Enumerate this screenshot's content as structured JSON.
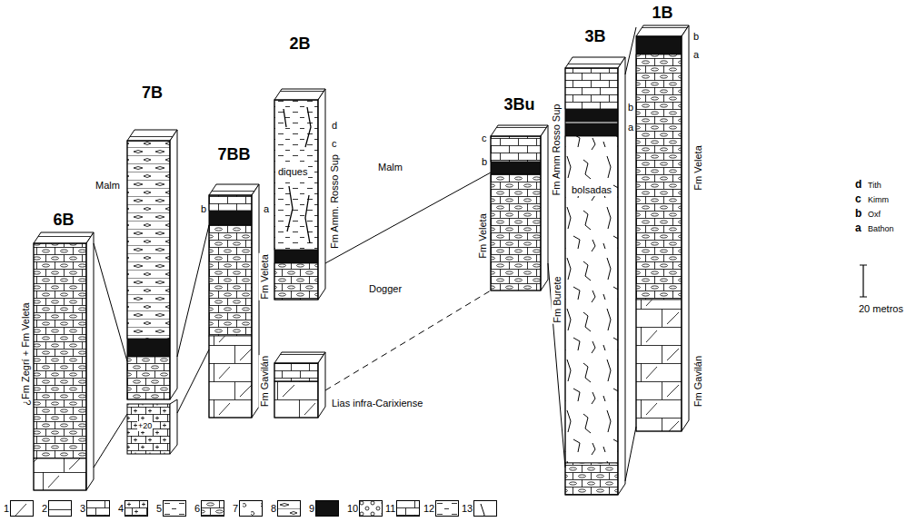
{
  "diagram": {
    "nodes": [
      {
        "text": [
          "6B"
        ]
      },
      {
        "text": [
          "7B"
        ]
      },
      {
        "text": [
          "7BB"
        ]
      },
      {
        "text": [
          "2B"
        ]
      },
      {
        "text": [
          "3Bu"
        ]
      },
      {
        "text": [
          "3B"
        ]
      },
      {
        "text": [
          "1B"
        ]
      }
    ],
    "edges": [
      {
        "from": 0,
        "to": 1,
        "arrow": "none"
      },
      {
        "from": 0,
        "to": 1,
        "arrow": "none"
      },
      {
        "from": 1,
        "to": 2,
        "arrow": "none"
      },
      {
        "from": 1,
        "to": 2,
        "arrow": "none"
      },
      {
        "from": 3,
        "to": 4,
        "arrow": "none"
      },
      {
        "from": 3,
        "to": 4,
        "arrow": "none"
      },
      {
        "from": 4,
        "to": 5,
        "arrow": "none"
      },
      {
        "from": 5,
        "to": 6,
        "arrow": "none"
      },
      {
        "from": 5,
        "to": 6,
        "arrow": "none"
      }
    ],
    "labels": [
      "¿Fm Zegrí + Fm Veleta",
      "Malm",
      "+20",
      "b",
      "a",
      "Fm Veleta",
      "Fm Gavilán",
      "diques",
      "d",
      "c",
      "Fm Amm. Rosso Sup",
      "Malm",
      "Dogger",
      "Lias infra-Carixiense",
      "c",
      "b",
      "Fm Amm Rosso Sup",
      "Fm Veleta",
      "bolsadas",
      "Fm Burete",
      "b",
      "a",
      "b",
      "a",
      "Fm Veleta",
      "Fm Gavilán",
      "d",
      "Tith",
      "c",
      "Kimm",
      "b",
      "Oxf",
      "a",
      "Bathon",
      "20 metros"
    ],
    "legend": [
      {
        "text": "1"
      },
      {
        "text": "2"
      },
      {
        "text": "3"
      },
      {
        "text": "4"
      },
      {
        "text": "5"
      },
      {
        "text": "6"
      },
      {
        "text": "7"
      },
      {
        "text": "8"
      },
      {
        "text": "9"
      },
      {
        "text": "10"
      },
      {
        "text": "11"
      },
      {
        "text": "12"
      },
      {
        "text": "13"
      }
    ]
  }
}
